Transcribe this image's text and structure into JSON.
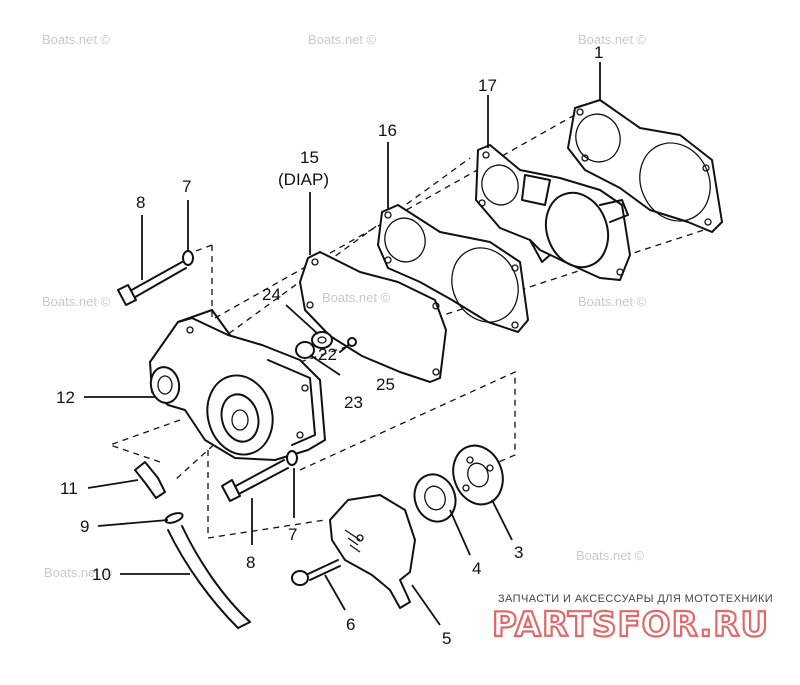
{
  "watermark": "Boats.net ©",
  "callouts": {
    "c1": "1",
    "c17": "17",
    "c16": "16",
    "c15": "15",
    "c15_note": "(DIAP)",
    "c7_top": "7",
    "c8_top": "8",
    "c24": "24",
    "c22": "22",
    "c23": "23",
    "c25": "25",
    "c12": "12",
    "c11": "11",
    "c9": "9",
    "c10": "10",
    "c8_bottom": "8",
    "c7_bottom": "7",
    "c6": "6",
    "c5": "5",
    "c4": "4",
    "c3": "3"
  },
  "brand": {
    "tagline": "ЗАПЧАСТИ И АКСЕССУАРЫ ДЛЯ МОТОТЕХНИКИ",
    "logo": "PARTSFOR.RU"
  }
}
